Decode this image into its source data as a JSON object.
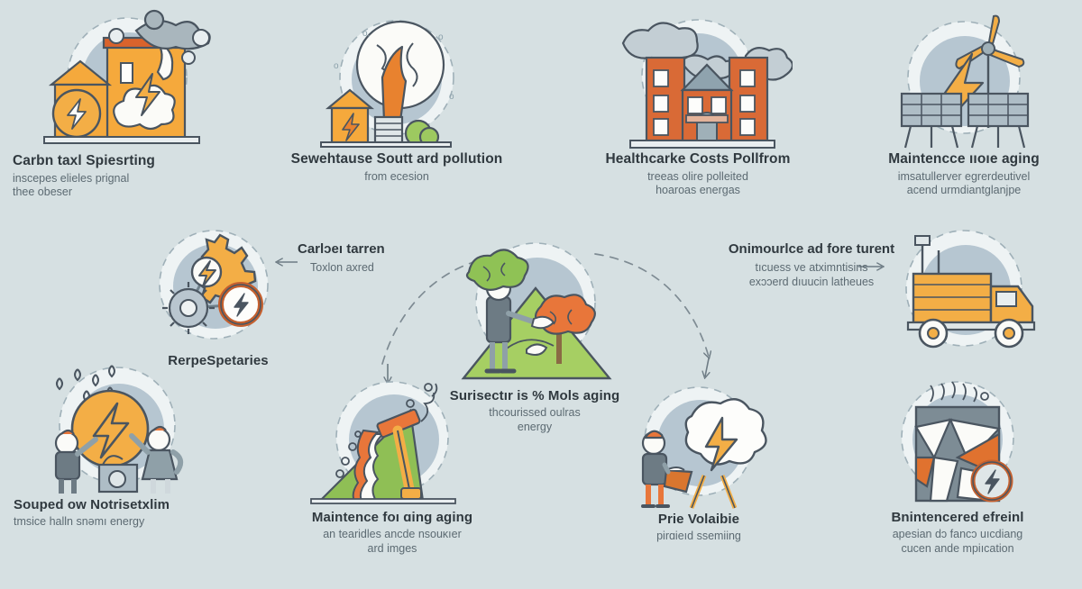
{
  "page": {
    "background_color": "#d6e0e2",
    "title_text_color": "#30393f",
    "subtitle_text_color": "#5c6a72",
    "accent_amber": "#f0a93b",
    "accent_orange": "#d95f30",
    "accent_green": "#8cc152",
    "accent_gray": "#8fa0a8",
    "circle_fill": "#b9c7d0",
    "circle_halo": "#e8eef0"
  },
  "nodes": [
    {
      "id": "carbon-tax",
      "icon": "burning-building-smoke-icon",
      "title": "Carbn taxl Spiesrting",
      "sub": "inscepes elieles prignal\nthee obeser"
    },
    {
      "id": "smokestack-pollution",
      "icon": "smokestack-cloud-icon",
      "title": "Sewehtause Soutt ard pollution",
      "sub": "from ecesion"
    },
    {
      "id": "healthcare-costs",
      "icon": "brick-building-smoke-icon",
      "title": "Healthcarke Costs Pollfrom",
      "sub": "treeas olire polleited\nhoaroas energas"
    },
    {
      "id": "maintenance-aging",
      "icon": "solar-wind-lightning-icon",
      "title": "Maintencce ııоıe aging",
      "sub": "imsatullerver egrerdeutivel\nacend urmdiantglanjpe"
    },
    {
      "id": "repair-spares",
      "icon": "gears-energy-icon",
      "title": "RerpeSpetaries",
      "sub": ""
    },
    {
      "id": "surface-mols",
      "icon": "person-hill-trees-icon",
      "title": "Surisectır is % Mols aging",
      "sub": "thcourissed oulras\nenergy"
    },
    {
      "id": "price-volatile",
      "icon": "worker-cloud-bolt-icon",
      "title": "Prie Volaibie",
      "sub": "pirɑieıd ssemiing"
    },
    {
      "id": "soured-notrisetxlim",
      "icon": "people-coin-bolt-icon",
      "title": "Souped ow Notrisetxlim",
      "sub": "tmsice halln snəmı energy"
    },
    {
      "id": "maintenance-aging-bottom",
      "icon": "erosion-hill-hammer-icon",
      "title": "Maintence foı ɑing aging",
      "sub": "an tearidles ancde nsouĸıеr\nard imges"
    },
    {
      "id": "broken-panel",
      "icon": "cracked-panel-bolt-icon",
      "title": "Bnintencered efreinl",
      "sub": "apesian dɔ fancɔ uıcdianɡ\ncucen ande mpiıcation"
    }
  ],
  "annotations": [
    {
      "id": "carbon-toxin",
      "title": "Carlɔeı tarren",
      "sub": "Toxlon axred",
      "arrow": "arrow-left-icon"
    },
    {
      "id": "onimource-forturent",
      "title": "Onimourlce ad fore turent",
      "sub": "tıсuess ve atximntisins\nexɔɔerd dıuucin latheues",
      "arrow": "arrow-right-icon"
    }
  ]
}
